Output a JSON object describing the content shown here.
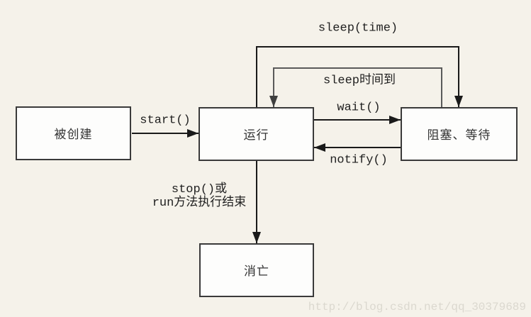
{
  "diagram": {
    "states": [
      {
        "id": "created",
        "label": "被创建"
      },
      {
        "id": "running",
        "label": "运行"
      },
      {
        "id": "blocked_waiting",
        "label": "阻塞、等待"
      },
      {
        "id": "dead",
        "label": "消亡"
      }
    ],
    "transitions": [
      {
        "from": "created",
        "to": "running",
        "label": "start()"
      },
      {
        "from": "running",
        "to": "blocked_waiting",
        "label": "sleep(time)"
      },
      {
        "from": "blocked_waiting",
        "to": "running",
        "label": "sleep时间到"
      },
      {
        "from": "running",
        "to": "blocked_waiting",
        "label": "wait()"
      },
      {
        "from": "blocked_waiting",
        "to": "running",
        "label": "notify()"
      },
      {
        "from": "running",
        "to": "dead",
        "label_line1": "stop()或",
        "label_line2": "run方法执行结束"
      }
    ]
  },
  "watermark": "http://blog.csdn.net/qq_30379689",
  "colors": {
    "background": "#f5f2ea",
    "box_fill": "#fdfdfc",
    "box_border": "#3a3a3a",
    "arrow": "#1a1a1a",
    "arrow_secondary": "#5a5a5a",
    "text": "#2b2b2b",
    "watermark": "#dbd8cf"
  }
}
